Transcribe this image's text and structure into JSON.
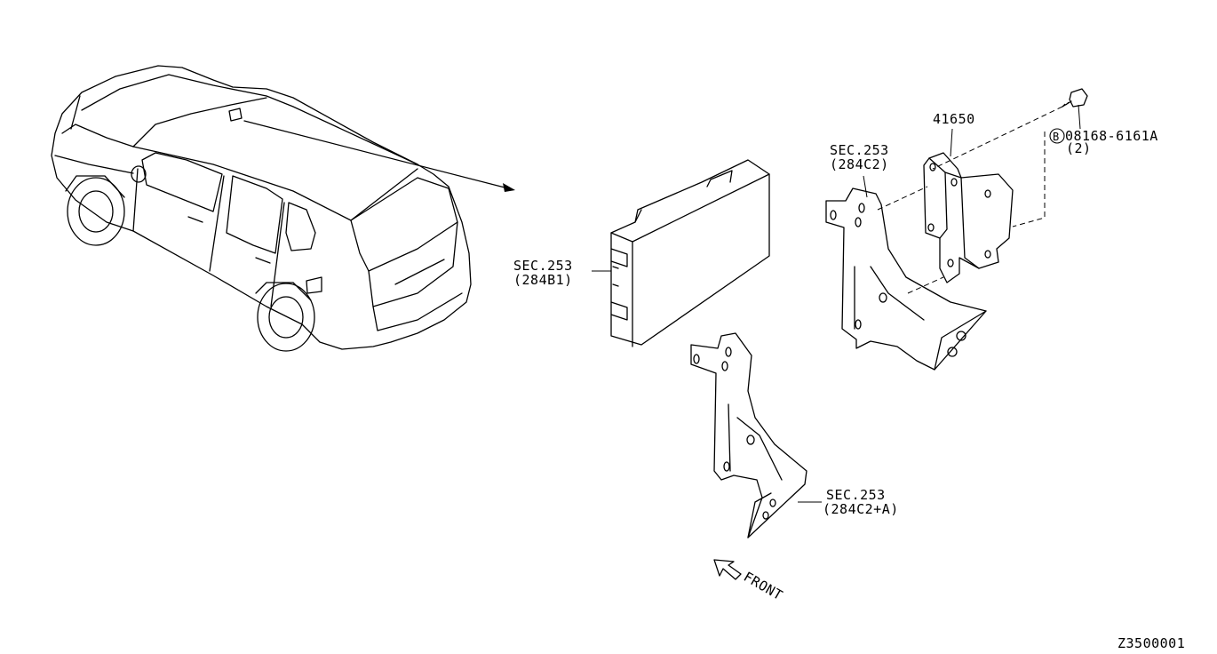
{
  "labels": {
    "sec_253_a": "SEC.253",
    "ref_284b1": "(284B1)",
    "sec_253_b": "SEC.253",
    "ref_284c2": "(284C2)",
    "part_41650": "41650",
    "bolt_marker": "B",
    "bolt_part": "08168-6161A",
    "bolt_qty": "(2)",
    "sec_253_c": "SEC.253",
    "ref_284c2a": "(284C2+A)",
    "front": "FRONT",
    "diagram_code": "Z3500001"
  }
}
